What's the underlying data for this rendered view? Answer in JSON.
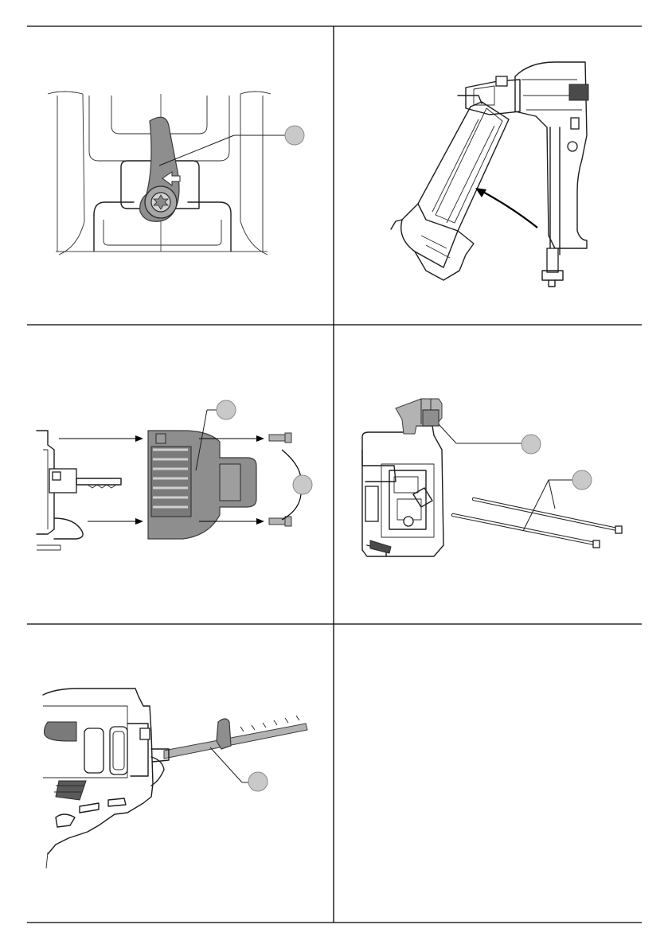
{
  "page": {
    "panels": [
      {
        "id": "depth-lever",
        "callouts": [
          ""
        ]
      },
      {
        "id": "magazine-pivot",
        "callouts": []
      },
      {
        "id": "nose-cover",
        "callouts": [
          "",
          ""
        ]
      },
      {
        "id": "magazine-rods",
        "callouts": [
          "",
          ""
        ]
      },
      {
        "id": "pusher-rod",
        "callouts": [
          ""
        ]
      },
      {
        "id": "blank",
        "callouts": []
      }
    ]
  },
  "colors": {
    "callout_fill": "#c9c9c9",
    "line": "#1d1d1d",
    "part_gray": "#8e8e8e",
    "rule": "#000000"
  }
}
